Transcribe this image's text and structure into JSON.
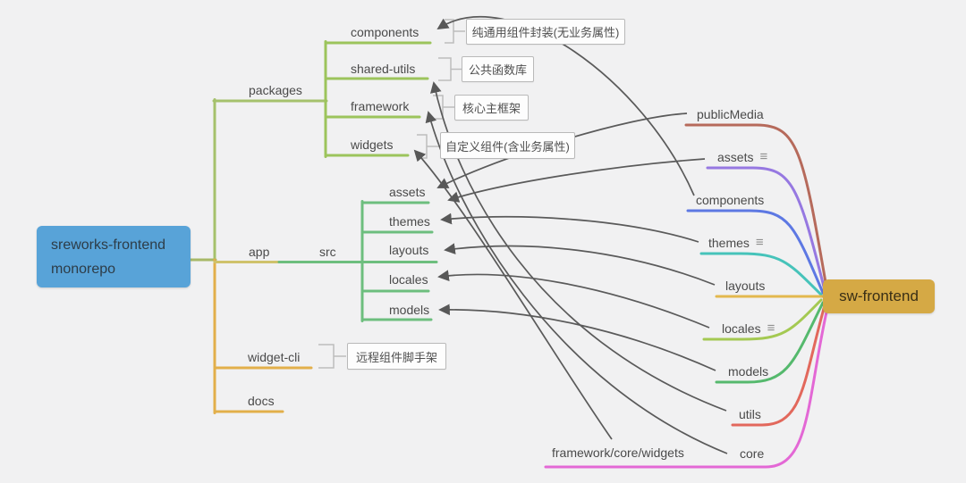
{
  "root_node": {
    "line1": "sreworks-frontend",
    "line2": "monorepo",
    "fill": "#58a3d8"
  },
  "left": {
    "colors": {
      "packages": "#9cc45c",
      "packages_main": "#a5c16c",
      "app": "#cfc26b",
      "src": "#6dbe7e",
      "gold": "#e2af4a",
      "root_link": "#a8b968"
    },
    "packages": {
      "label": "packages"
    },
    "packages_children": [
      {
        "label": "components",
        "note": "纯通用组件封装(无业务属性)"
      },
      {
        "label": "shared-utils",
        "note": "公共函数库"
      },
      {
        "label": "framework",
        "note": "核心主框架"
      },
      {
        "label": "widgets",
        "note": "自定义组件(含业务属性)"
      }
    ],
    "app": {
      "label": "app"
    },
    "src": {
      "label": "src"
    },
    "src_children": [
      {
        "label": "assets"
      },
      {
        "label": "themes"
      },
      {
        "label": "layouts"
      },
      {
        "label": "locales"
      },
      {
        "label": "models"
      }
    ],
    "widget_cli": {
      "label": "widget-cli",
      "note": "远程组件脚手架"
    },
    "docs": {
      "label": "docs"
    }
  },
  "right": {
    "node": {
      "label": "sw-frontend",
      "fill": "#d5a945"
    },
    "children": [
      {
        "label": "publicMedia",
        "color": "#b66a5b",
        "notes_icon": false
      },
      {
        "label": "assets",
        "color": "#9678e1",
        "notes_icon": true
      },
      {
        "label": "components",
        "color": "#5d78e3",
        "notes_icon": false
      },
      {
        "label": "themes",
        "color": "#46c3ba",
        "notes_icon": true
      },
      {
        "label": "layouts",
        "color": "#e3b84e",
        "notes_icon": false
      },
      {
        "label": "locales",
        "color": "#a4c952",
        "notes_icon": true
      },
      {
        "label": "models",
        "color": "#55b96d",
        "notes_icon": false
      },
      {
        "label": "utils",
        "color": "#e2685c",
        "notes_icon": false
      },
      {
        "label": "core",
        "color": "#e368d5",
        "notes_icon": false,
        "child_label": "framework/core/widgets"
      }
    ]
  },
  "relations": [
    {
      "from": "publicMedia",
      "to": "assets (app/src)"
    },
    {
      "from": "assets",
      "to": "assets (app/src)"
    },
    {
      "from": "components",
      "to": "components (packages)"
    },
    {
      "from": "themes",
      "to": "themes (app/src)"
    },
    {
      "from": "layouts",
      "to": "layouts (app/src)"
    },
    {
      "from": "locales",
      "to": "locales (app/src)"
    },
    {
      "from": "models",
      "to": "models (app/src)"
    },
    {
      "from": "utils",
      "to": "shared-utils (packages)"
    },
    {
      "from": "core",
      "to": "framework (packages)"
    },
    {
      "from": "framework/core/widgets",
      "to": "widgets (packages)"
    }
  ]
}
